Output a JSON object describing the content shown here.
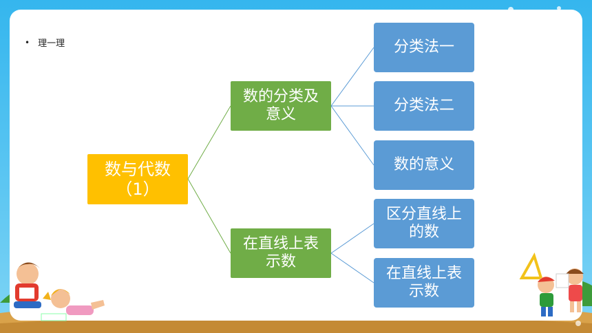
{
  "slide": {
    "bullet_text": "理一理"
  },
  "mindmap": {
    "root": "数与代数\n（1）",
    "branches": [
      {
        "label": "数的分类及\n意义",
        "children": [
          "分类法一",
          "分类法二",
          "数的意义"
        ]
      },
      {
        "label": "在直线上表\n示数",
        "children": [
          "区分直线上\n的数",
          "在直线上表\n示数"
        ]
      }
    ]
  },
  "colors": {
    "root": "#ffc000",
    "branch": "#70ad47",
    "leaf": "#5b9bd5",
    "branch_connector": "#70ad47",
    "leaf_connector": "#5b9bd5",
    "background_sky": "#35b6ee"
  }
}
